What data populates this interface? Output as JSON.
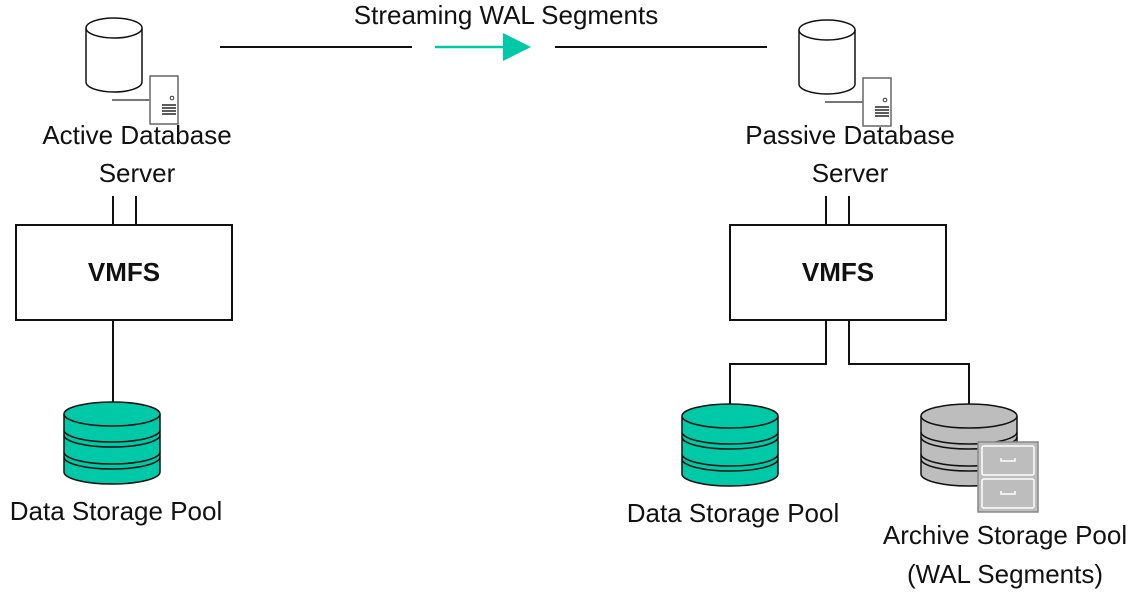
{
  "title": "Streaming WAL Segments",
  "colors": {
    "accent": "#00C9A7",
    "archive_gray": "#BDBDBD",
    "line": "#111111"
  },
  "active": {
    "server_label_line1": "Active Database",
    "server_label_line2": "Server",
    "vmfs_label": "VMFS",
    "pool_label": "Data Storage Pool",
    "server_icon": "database-server-icon",
    "pool_icon": "storage-disk-stack-icon"
  },
  "passive": {
    "server_label_line1": "Passive Database",
    "server_label_line2": "Server",
    "vmfs_label": "VMFS",
    "data_pool_label": "Data Storage Pool",
    "archive_pool_label_line1": "Archive Storage Pool",
    "archive_pool_label_line2": "(WAL Segments)",
    "server_icon": "database-server-icon",
    "pool_icon": "storage-disk-stack-icon",
    "archive_icon": "filing-cabinet-icon"
  },
  "arrow": {
    "direction": "right",
    "icon": "arrow-right-icon"
  }
}
